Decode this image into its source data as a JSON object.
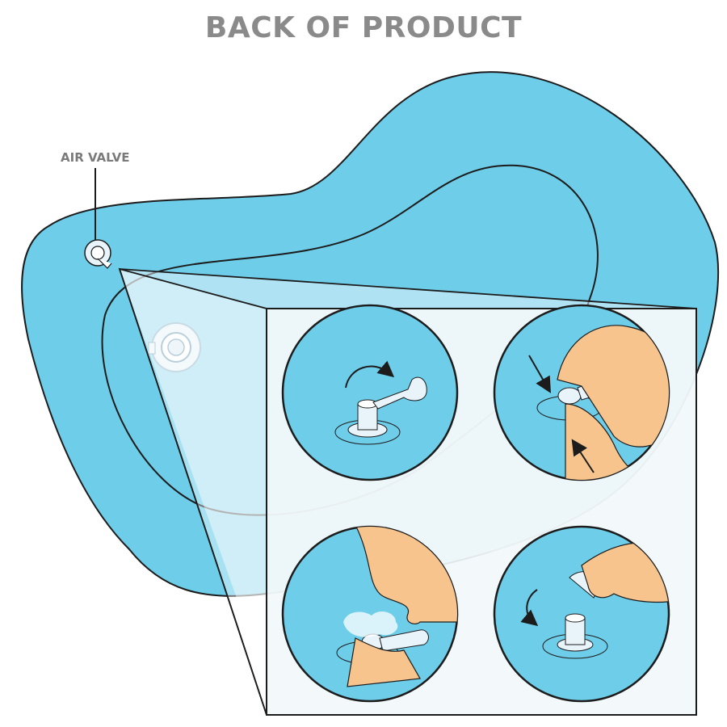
{
  "title": "BACK OF PRODUCT",
  "air_valve_label": "AIR VALVE",
  "colors": {
    "pool_fill": "#6ecde9",
    "outline": "#1c1c1c",
    "title_gray": "#8a8a8a",
    "skin": "#f7c48e",
    "valve": "#e9f4fa"
  },
  "steps": [
    {
      "name": "step-open-cap"
    },
    {
      "name": "step-pinch-valve"
    },
    {
      "name": "step-blow-air"
    },
    {
      "name": "step-close-cap"
    }
  ]
}
